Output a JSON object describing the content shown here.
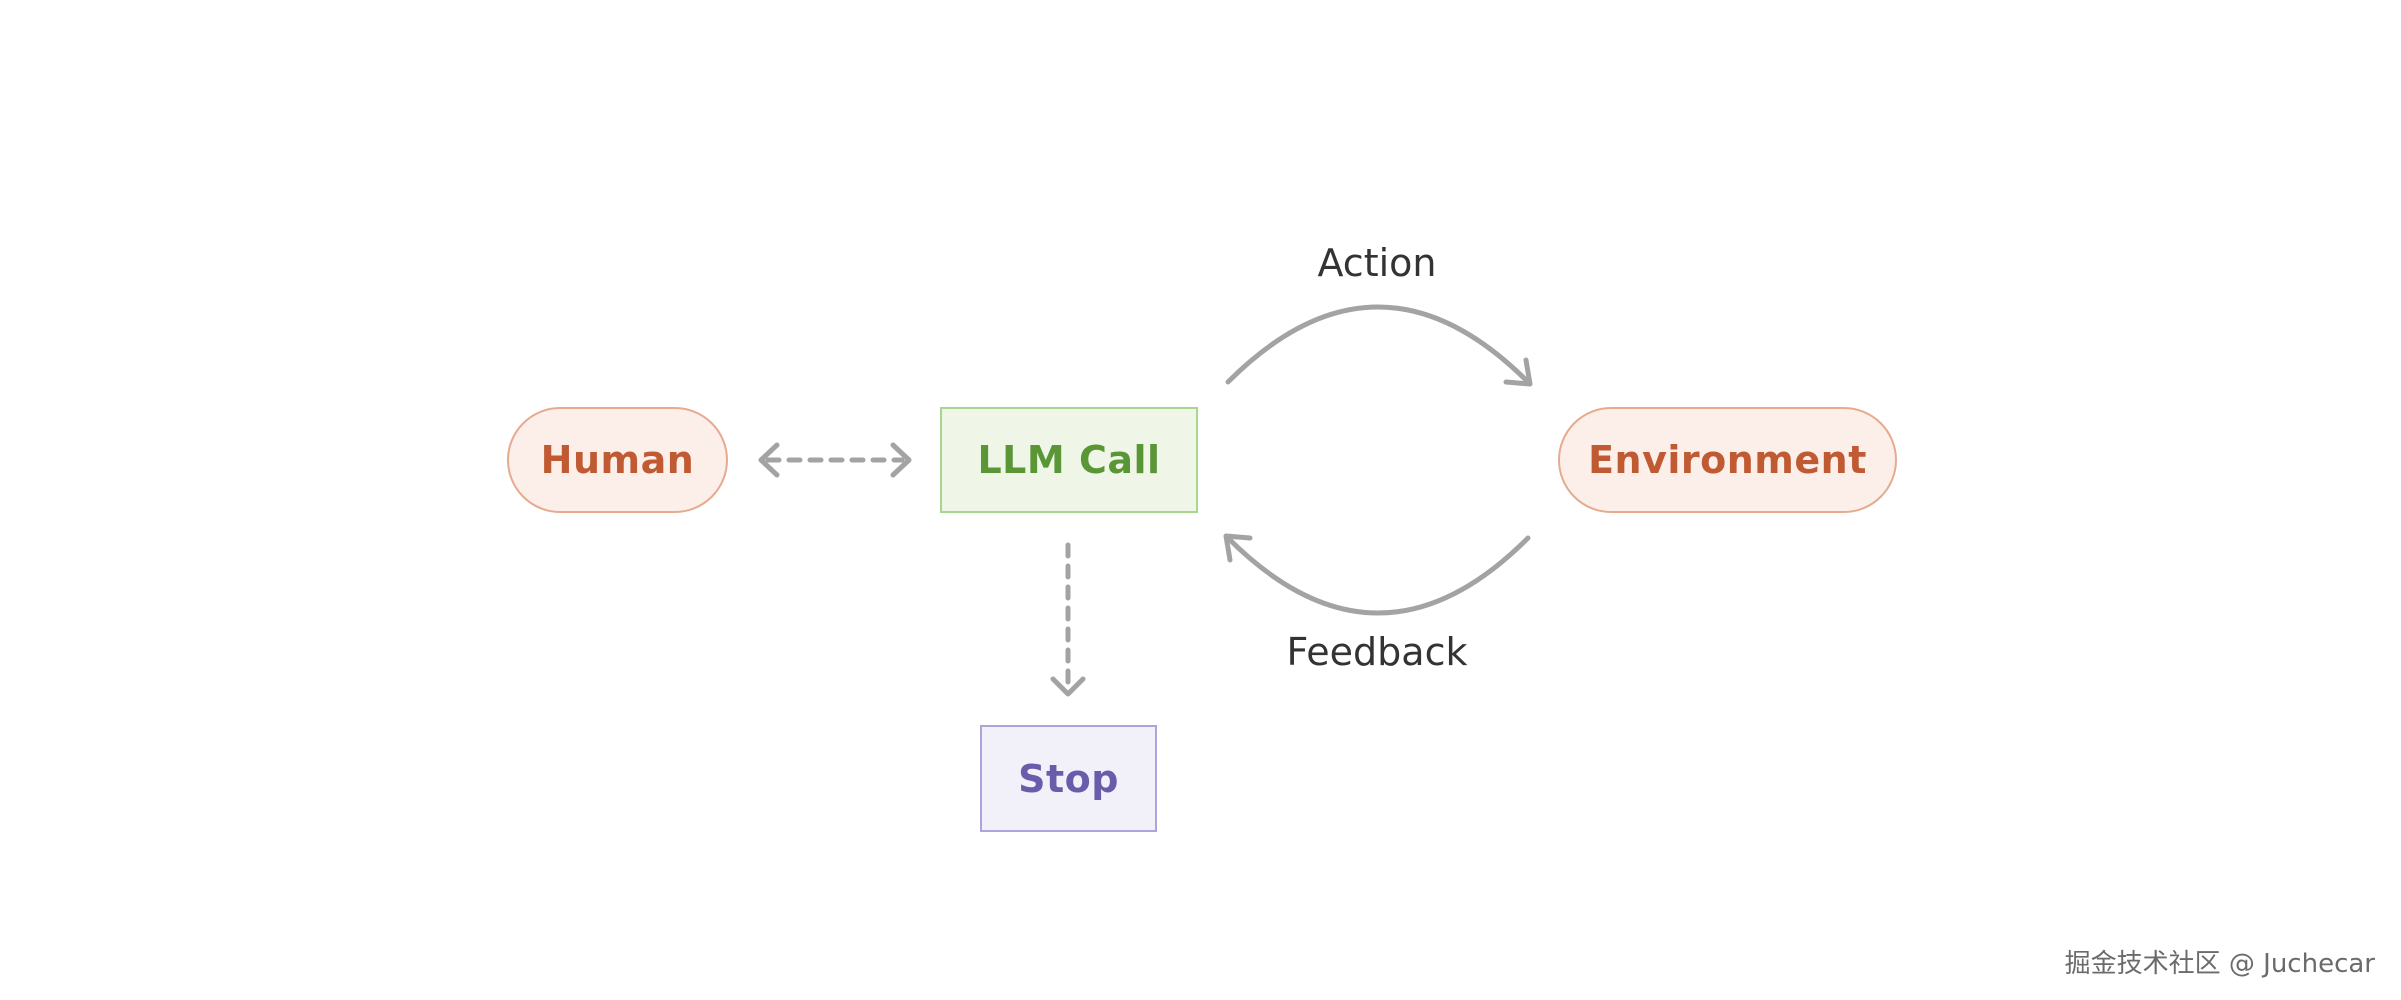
{
  "nodes": {
    "human": {
      "label": "Human"
    },
    "llm_call": {
      "label": "LLM Call"
    },
    "environment": {
      "label": "Environment"
    },
    "stop": {
      "label": "Stop"
    }
  },
  "edges": {
    "action": {
      "label": "Action"
    },
    "feedback": {
      "label": "Feedback"
    }
  },
  "watermark": "掘金技术社区 @ Juchecar",
  "colors": {
    "arrow": "#a3a3a3",
    "pill_fill": "#fcefea",
    "pill_border": "#e7aa90",
    "pill_text": "#c05a33",
    "llm_fill": "#eff6e8",
    "llm_border": "#a9d68f",
    "llm_text": "#5a9636",
    "stop_fill": "#f2f1f9",
    "stop_border": "#aba5dd",
    "stop_text": "#6a5cab"
  }
}
